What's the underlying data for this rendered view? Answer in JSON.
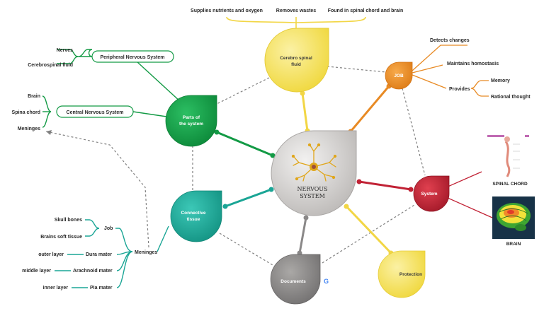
{
  "central": {
    "line1": "NERVOUS",
    "line2": "SYSTEM"
  },
  "nodes": {
    "cerebro": {
      "line1": "Cerebro spinal",
      "line2": "fluid"
    },
    "parts": {
      "line1": "Parts of",
      "line2": "the system"
    },
    "connective": {
      "line1": "Connective",
      "line2": "tissue"
    },
    "documents": {
      "label": "Documents"
    },
    "protection": {
      "label": "Protection"
    },
    "system": {
      "label": "System"
    },
    "job": {
      "label": "JOB"
    }
  },
  "cerebro_children": [
    "Supplies nutrients and oxygen",
    "Removes wastes",
    "Found in spinal chord and brain"
  ],
  "job_children": {
    "detects": "Detects changes",
    "maintains": "Maintains homostasis",
    "provides": "Provides",
    "provides_children": [
      "Memory",
      "Rational thought"
    ]
  },
  "parts_children": {
    "peripheral": "Peripheral Nervous System",
    "peripheral_children": [
      "Nerves",
      "Cerebrospinal fluid"
    ],
    "central": "Central Nervous System",
    "central_children": [
      "Brain",
      "Spina chord",
      "Meninges"
    ]
  },
  "connective_children": {
    "meninges": "Meninges",
    "job": "Job",
    "job_children": [
      "Skull bones",
      "Brains soft tissue"
    ],
    "layers": [
      {
        "label": "outer layer",
        "mater": "Dura mater"
      },
      {
        "label": "middle layer",
        "mater": "Arachnoid mater"
      },
      {
        "label": "inner layer",
        "mater": "Pia mater"
      }
    ]
  },
  "system_children": {
    "spinal": "SPINAL CHORD",
    "brain": "BRAIN"
  },
  "icons": {
    "documents_attachment": "google-drive-icon",
    "center_image": "neuron-icon"
  },
  "colors": {
    "yellow": "#f2d645",
    "orange": "#e88a24",
    "green": "#139a45",
    "teal": "#1aa595",
    "red": "#c12235",
    "gray": "#8a8888",
    "center": "#cdcbc9"
  }
}
